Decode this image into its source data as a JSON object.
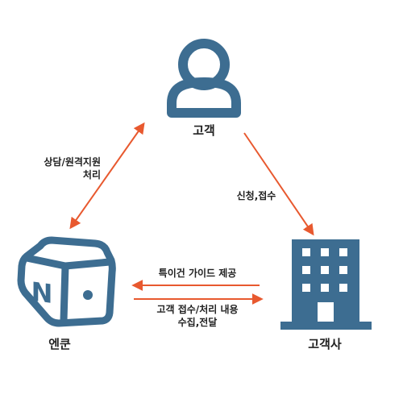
{
  "nodes": {
    "customer": {
      "label": "고객"
    },
    "company": {
      "label": "고객사"
    },
    "ncoon": {
      "label": "엔쿤",
      "logo_letter": "N"
    }
  },
  "edges": {
    "consult": {
      "line1": "상담/원격지원",
      "line2": "처리"
    },
    "apply": {
      "label": "신청,접수"
    },
    "guide": {
      "label": "특이건 가이드 제공"
    },
    "collect": {
      "line1": "고객 접수/처리 내용",
      "line2": "수집,전달"
    }
  },
  "colors": {
    "icon": "#3d6d91",
    "arrow": "#e8592f",
    "text": "#222222"
  }
}
